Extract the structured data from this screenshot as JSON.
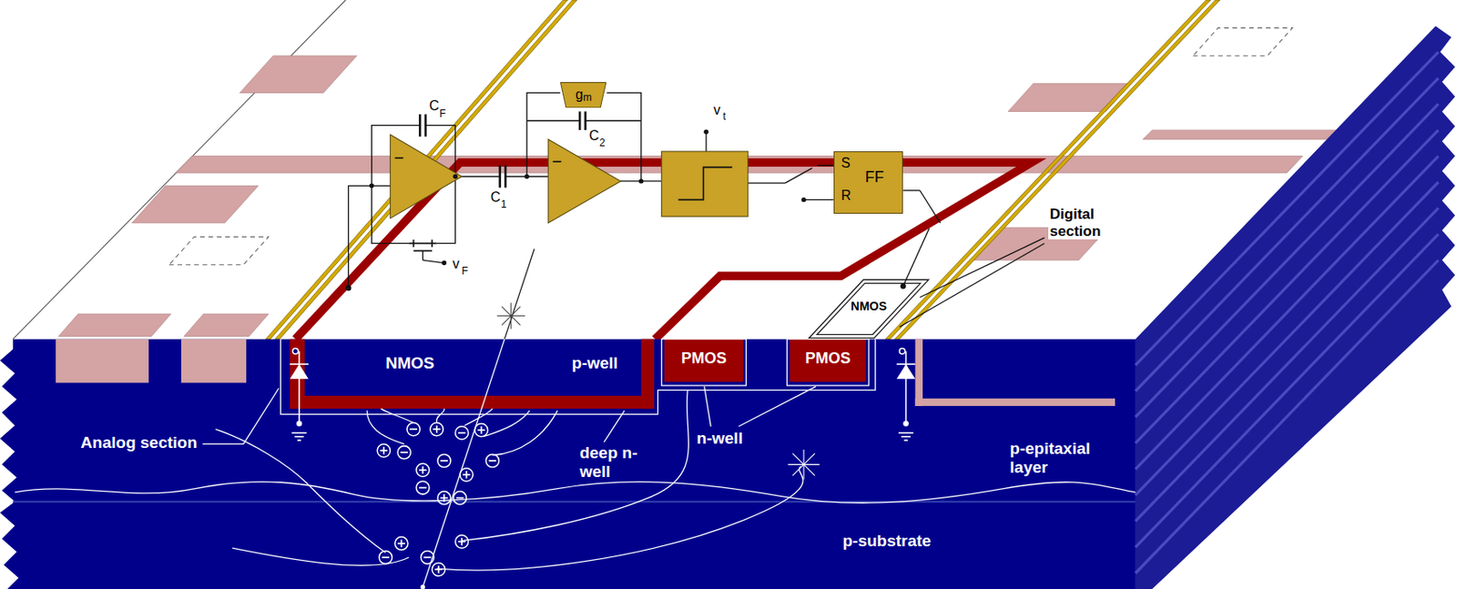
{
  "diagram": {
    "nodes": [
      {
        "text": [
          "g",
          "m"
        ]
      },
      {
        "text": [
          "S",
          "FF",
          "R"
        ]
      },
      {
        "text": [
          "NMOS"
        ]
      },
      {
        "text": [
          "NMOS",
          "p-well"
        ]
      },
      {
        "text": [
          "PMOS"
        ]
      },
      {
        "text": [
          "PMOS"
        ]
      }
    ],
    "labels": [
      "C",
      "F",
      "C",
      "2",
      "C",
      "1",
      "v",
      "t",
      "v",
      "F",
      "Digital section",
      "n-well",
      "Analog section",
      "deep n-well",
      "p-epitaxial layer",
      "p-substrate"
    ]
  }
}
